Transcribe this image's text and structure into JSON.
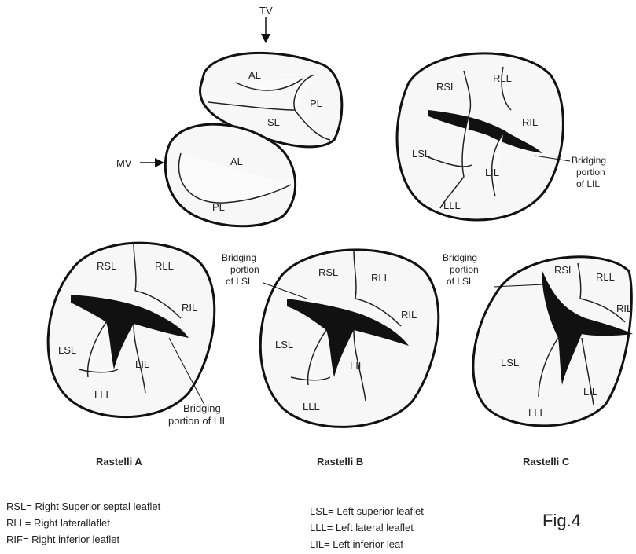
{
  "top_normal": {
    "tv": "TV",
    "mv": "MV",
    "tv_leaflets": [
      "AL",
      "PL",
      "SL"
    ],
    "mv_leaflets": [
      "AL",
      "PL"
    ]
  },
  "top_avsd": {
    "leaflets": [
      "RSL",
      "RLL",
      "RIL",
      "LSL",
      "LIL",
      "LLL"
    ],
    "note": [
      "Bridging",
      "portion",
      "of LIL"
    ]
  },
  "rastelli_a": {
    "leaflets": [
      "RSL",
      "RLL",
      "RIL",
      "LSL",
      "LIL",
      "LLL"
    ],
    "note": [
      "Bridging",
      "portion of LIL"
    ],
    "caption": "Rastelli A"
  },
  "rastelli_b": {
    "leaflets": [
      "RSL",
      "RLL",
      "RIL",
      "LSL",
      "LIL",
      "LLL"
    ],
    "note": [
      "Bridging",
      "portion",
      "of LSL"
    ],
    "caption": "Rastelli B"
  },
  "rastelli_c": {
    "leaflets": [
      "RSL",
      "RLL",
      "RIL",
      "LSL",
      "LIL",
      "LLL"
    ],
    "note": [
      "Bridging",
      "portion",
      "of LSL"
    ],
    "caption": "Rastelli C"
  },
  "legend_left": [
    "RSL= Right Superior septal leaflet",
    "RLL= Right laterallaflet",
    "RIF= Right inferior leaflet"
  ],
  "legend_right": [
    "LSL= Left superior leaflet",
    "LLL= Left lateral leaflet",
    "LIL= Left inferior leaf"
  ],
  "figure_label": "Fig.4"
}
